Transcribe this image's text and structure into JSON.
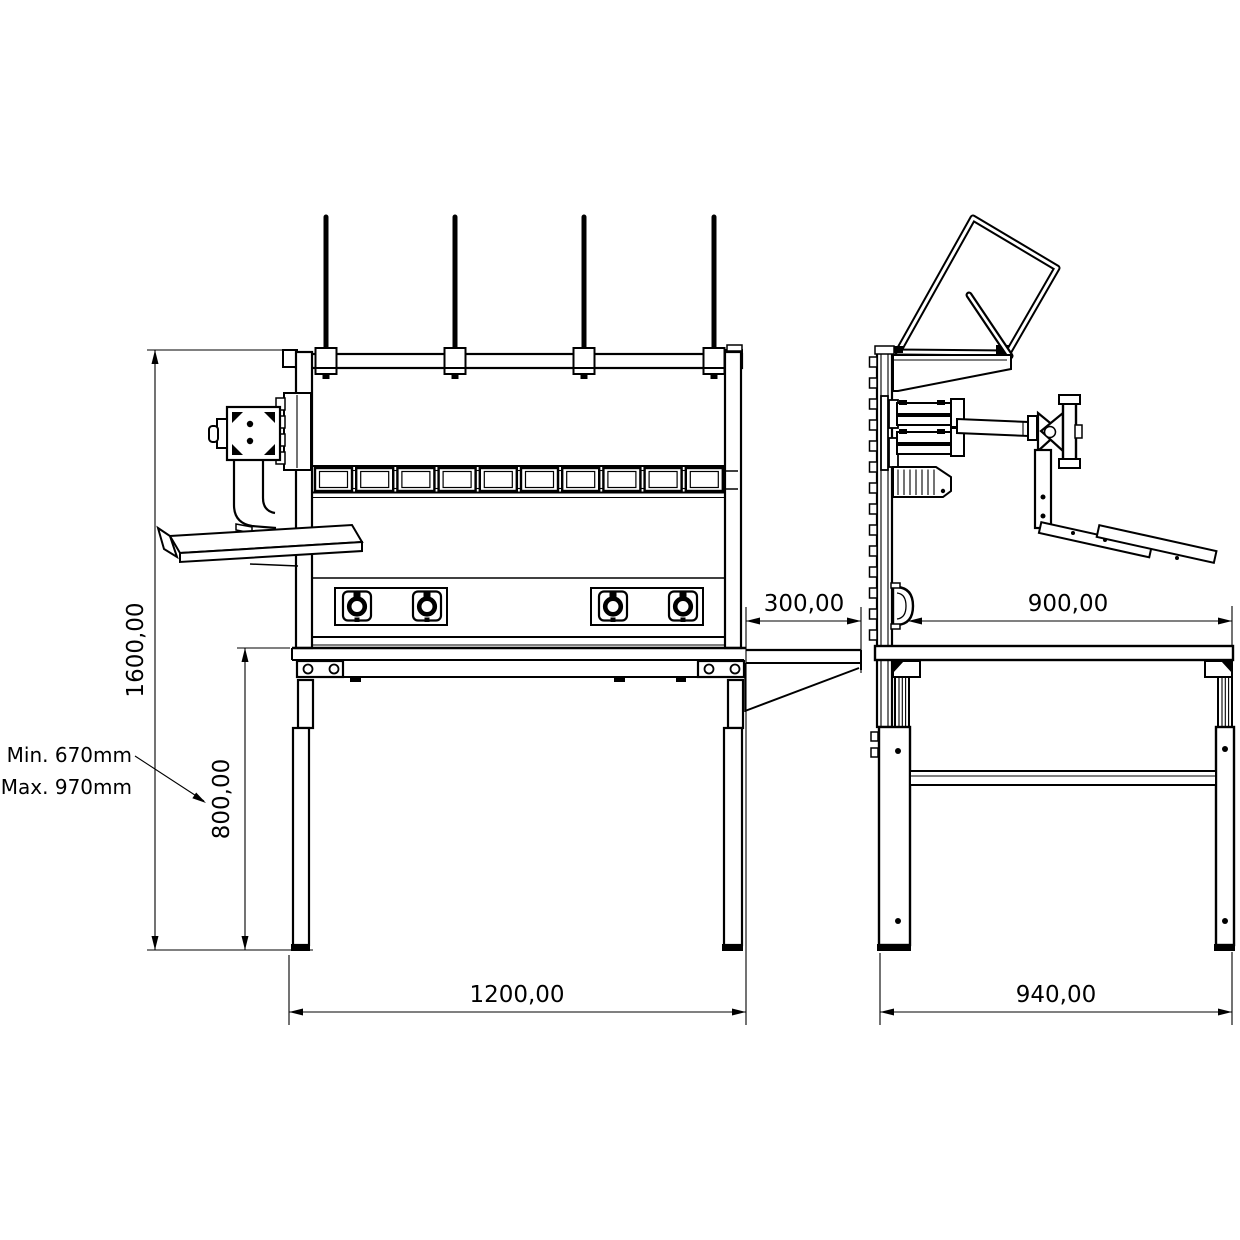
{
  "page": {
    "background_color": "#ffffff",
    "line_color": "#000000"
  },
  "drawing": {
    "type": "engineering-dimension-drawing",
    "subject": "height-adjustable workbench with superstructure, front and side elevation",
    "front_view": {
      "overall_height": "1600,00",
      "worktop_height": "800,00",
      "overall_width": "1200,00",
      "extension_depth": "300,00",
      "height_note_line1": "Min. 670mm",
      "height_note_line2": "Max. 970mm",
      "counts": {
        "hanging_rods": 4,
        "bin_rail_modules": 10,
        "power_sockets": 4
      }
    },
    "side_view": {
      "worktop_depth": "900,00",
      "overall_depth": "940,00",
      "counts": {
        "column_slot_tabs": 14
      }
    }
  }
}
